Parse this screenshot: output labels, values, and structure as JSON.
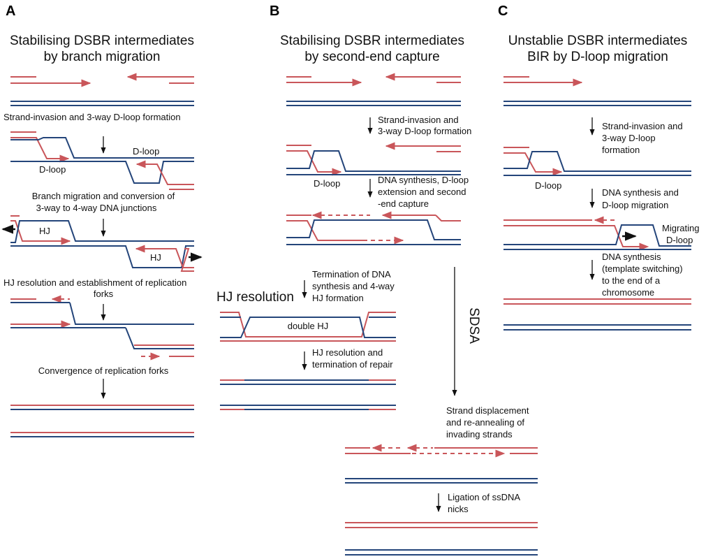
{
  "panels": {
    "a": {
      "letter": "A",
      "title_line1": "Stabilising DSBR intermediates",
      "title_line2": "by branch migration",
      "step1": "Strand-invasion and 3-way D-loop formation",
      "dloop_label_top": "D-loop",
      "dloop_label_bottom": "D-loop",
      "step2_line1": "Branch migration and conversion of",
      "step2_line2": "3-way to 4-way DNA junctions",
      "hj_label_left": "HJ",
      "hj_label_right": "HJ",
      "step3_line1": "HJ resolution and establishment of replication",
      "step3_line2": "forks",
      "step4": "Convergence of replication forks"
    },
    "b": {
      "letter": "B",
      "title_line1": "Stabilising DSBR intermediates",
      "title_line2": "by second-end capture",
      "step1_line1": "Strand-invasion and",
      "step1_line2": "3-way D-loop formation",
      "dloop_label": "D-loop",
      "step2_line1": "DNA synthesis, D-loop",
      "step2_line2": "extension and second",
      "step2_line3": "-end capture",
      "hj_resolution": "HJ resolution",
      "step3_line1": "Termination of DNA",
      "step3_line2": "synthesis and 4-way",
      "step3_line3": "HJ formation",
      "double_hj": "double HJ",
      "step4_line1": "HJ resolution and",
      "step4_line2": "termination of repair",
      "sdsa": "SDSA",
      "sdsa_step1_line1": "Strand displacement",
      "sdsa_step1_line2": "and re-annealing of",
      "sdsa_step1_line3": "invading strands",
      "sdsa_step2_line1": "Ligation of ssDNA",
      "sdsa_step2_line2": "nicks"
    },
    "c": {
      "letter": "C",
      "title_line1": "Unstablie DSBR intermediates",
      "title_line2": "BIR by D-loop migration",
      "step1_line1": "Strand-invasion and",
      "step1_line2": "3-way D-loop",
      "step1_line3": "formation",
      "dloop_label": "D-loop",
      "step2_line1": "DNA synthesis and",
      "step2_line2": "D-loop migration",
      "migrating_line1": "Migrating",
      "migrating_line2": "D-loop",
      "step3_line1": "DNA synthesis",
      "step3_line2": "(template switching)",
      "step3_line3": "to the end of a",
      "step3_line4": "chromosome"
    }
  },
  "colors": {
    "red_strand": "#c9565a",
    "blue_strand": "#24457a"
  }
}
